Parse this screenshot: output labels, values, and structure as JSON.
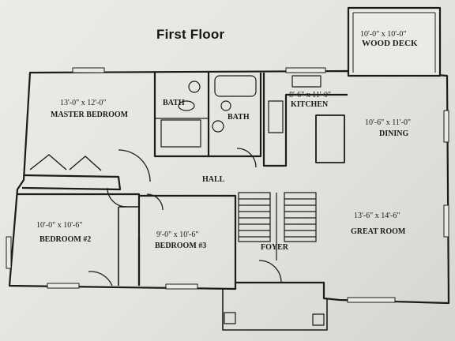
{
  "title": "First Floor",
  "rooms": {
    "wood_deck": {
      "dims": "10'-0\" x 10'-0\"",
      "name": "WOOD DECK"
    },
    "master_bedroom": {
      "dims": "13'-0\" x 12'-0\"",
      "name": "MASTER BEDROOM"
    },
    "bath_1": {
      "name": "BATH"
    },
    "bath_2": {
      "name": "BATH"
    },
    "kitchen": {
      "dims": "8'-6\" x 11'-0\"",
      "name": "KITCHEN"
    },
    "dining": {
      "dims": "10'-6\" x 11'-0\"",
      "name": "DINING"
    },
    "hall": {
      "name": "HALL"
    },
    "bedroom_2": {
      "dims": "10'-0\" x 10'-6\"",
      "name": "BEDROOM #2"
    },
    "bedroom_3": {
      "dims": "9'-0\" x 10'-6\"",
      "name": "BEDROOM #3"
    },
    "foyer": {
      "name": "FOYER"
    },
    "great_room": {
      "dims": "13'-6\" x 14'-6\"",
      "name": "GREAT ROOM"
    }
  }
}
